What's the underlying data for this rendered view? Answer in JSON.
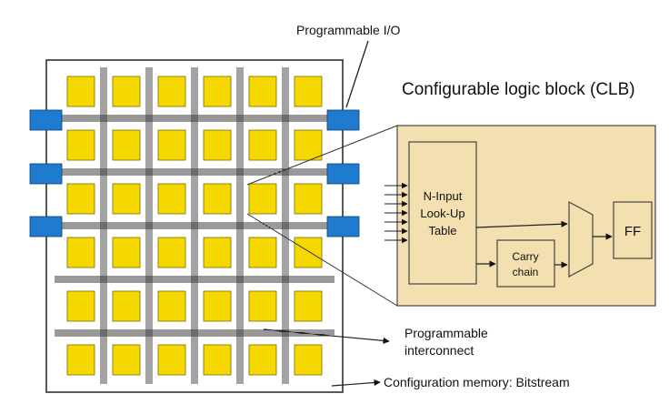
{
  "labels": {
    "programmable_io": "Programmable I/O",
    "clb_title": "Configurable logic block (CLB)",
    "lut_line1": "N-Input",
    "lut_line2": "Look-Up",
    "lut_line3": "Table",
    "carry_line1": "Carry",
    "carry_line2": "chain",
    "ff": "FF",
    "interconnect_line1": "Programmable",
    "interconnect_line2": "interconnect",
    "config_memory": "Configuration memory: Bitstream"
  },
  "colors": {
    "logic_block": "#f5d800",
    "io_block": "#1f7bd0",
    "clb_panel": "#f3dfb0",
    "wire": "#333333"
  },
  "grid": {
    "rows": 6,
    "cols": 6
  }
}
